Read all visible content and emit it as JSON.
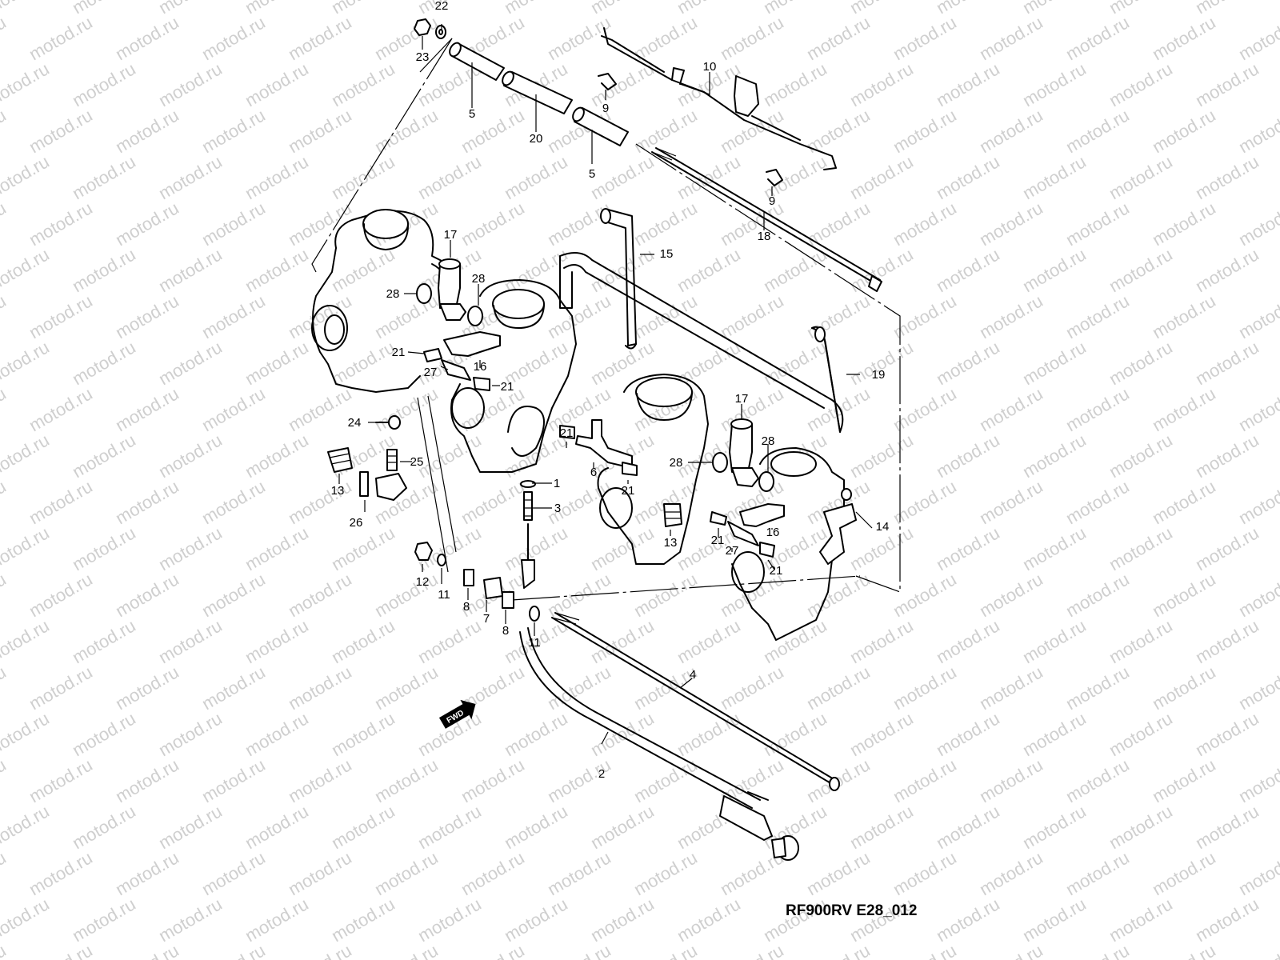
{
  "diagram": {
    "watermark_text": "motod.ru",
    "reference_code": "RF900RV E28_012",
    "fwd_arrow_text": "FWD",
    "callouts": [
      {
        "id": "c22",
        "text": "22"
      },
      {
        "id": "c23",
        "text": "23"
      },
      {
        "id": "c5a",
        "text": "5"
      },
      {
        "id": "c20",
        "text": "20"
      },
      {
        "id": "c9a",
        "text": "9"
      },
      {
        "id": "c10",
        "text": "10"
      },
      {
        "id": "c5b",
        "text": "5"
      },
      {
        "id": "c9b",
        "text": "9"
      },
      {
        "id": "c18",
        "text": "18"
      },
      {
        "id": "c15",
        "text": "15"
      },
      {
        "id": "c17a",
        "text": "17"
      },
      {
        "id": "c28a",
        "text": "28"
      },
      {
        "id": "c28b",
        "text": "28"
      },
      {
        "id": "c21a",
        "text": "21"
      },
      {
        "id": "c16a",
        "text": "16"
      },
      {
        "id": "c27a",
        "text": "27"
      },
      {
        "id": "c21b",
        "text": "21"
      },
      {
        "id": "c19",
        "text": "19"
      },
      {
        "id": "c24",
        "text": "24"
      },
      {
        "id": "c25",
        "text": "25"
      },
      {
        "id": "c13a",
        "text": "13"
      },
      {
        "id": "c26",
        "text": "26"
      },
      {
        "id": "c21c",
        "text": "21"
      },
      {
        "id": "c6",
        "text": "6"
      },
      {
        "id": "c21d",
        "text": "21"
      },
      {
        "id": "c17b",
        "text": "17"
      },
      {
        "id": "c28c",
        "text": "28"
      },
      {
        "id": "c28d",
        "text": "28"
      },
      {
        "id": "c1",
        "text": "1"
      },
      {
        "id": "c3",
        "text": "3"
      },
      {
        "id": "c13b",
        "text": "13"
      },
      {
        "id": "c16b",
        "text": "16"
      },
      {
        "id": "c14",
        "text": "14"
      },
      {
        "id": "c21e",
        "text": "21"
      },
      {
        "id": "c27b",
        "text": "27"
      },
      {
        "id": "c21f",
        "text": "21"
      },
      {
        "id": "c12",
        "text": "12"
      },
      {
        "id": "c11a",
        "text": "11"
      },
      {
        "id": "c8a",
        "text": "8"
      },
      {
        "id": "c7",
        "text": "7"
      },
      {
        "id": "c8b",
        "text": "8"
      },
      {
        "id": "c11b",
        "text": "11"
      },
      {
        "id": "c4",
        "text": "4"
      },
      {
        "id": "c2",
        "text": "2"
      }
    ]
  }
}
